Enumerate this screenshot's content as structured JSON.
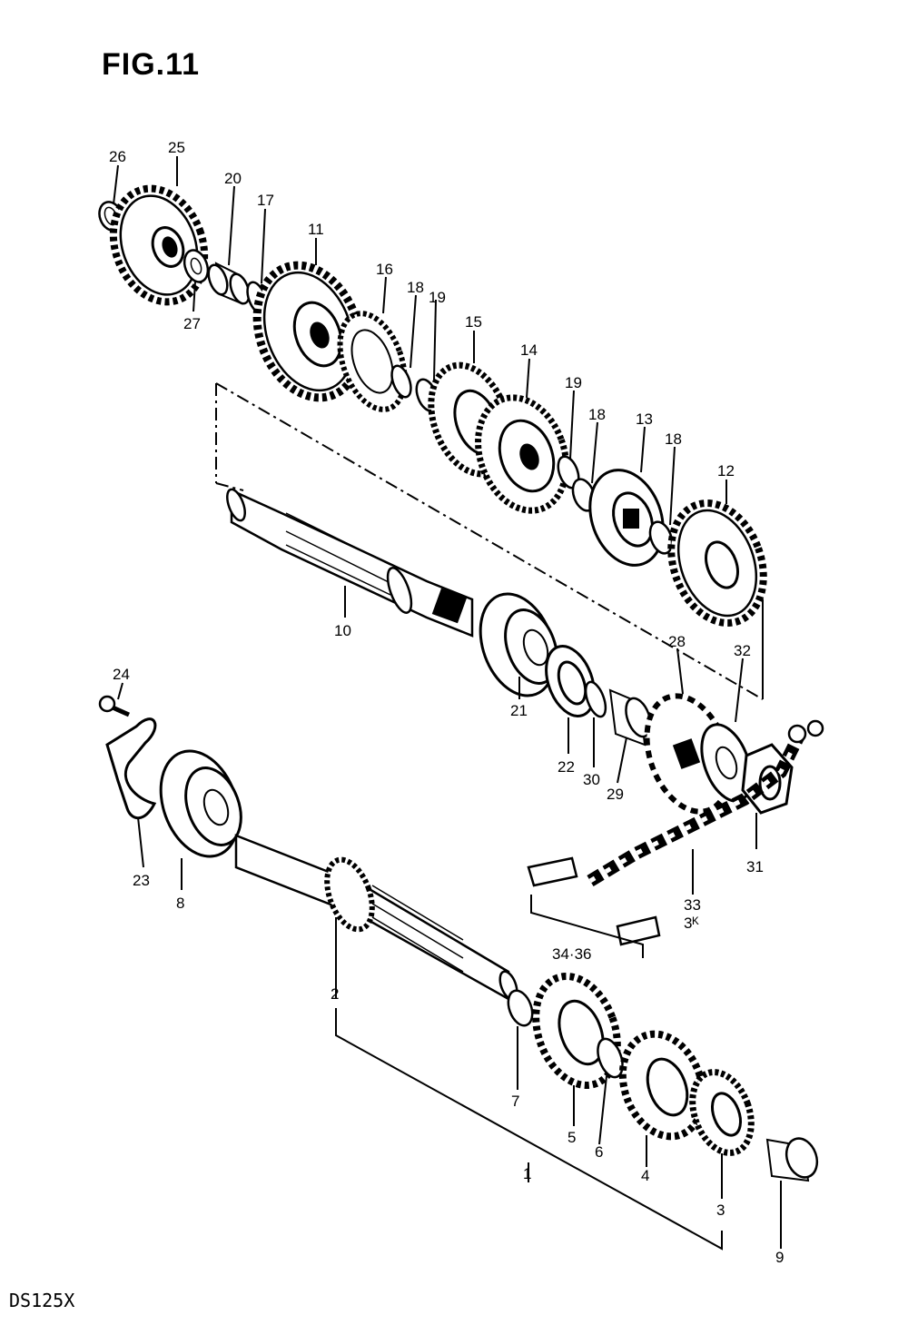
{
  "figure": {
    "title": "FIG.11",
    "model_code": "DS125X"
  },
  "labels": [
    {
      "id": "26",
      "text": "26"
    },
    {
      "id": "25",
      "text": "25"
    },
    {
      "id": "20",
      "text": "20"
    },
    {
      "id": "17",
      "text": "17"
    },
    {
      "id": "11",
      "text": "11"
    },
    {
      "id": "27",
      "text": "27"
    },
    {
      "id": "16",
      "text": "16"
    },
    {
      "id": "18a",
      "text": "18"
    },
    {
      "id": "19a",
      "text": "19"
    },
    {
      "id": "15",
      "text": "15"
    },
    {
      "id": "14",
      "text": "14"
    },
    {
      "id": "19b",
      "text": "19"
    },
    {
      "id": "18b",
      "text": "18"
    },
    {
      "id": "13",
      "text": "13"
    },
    {
      "id": "18c",
      "text": "18"
    },
    {
      "id": "12",
      "text": "12"
    },
    {
      "id": "10",
      "text": "10"
    },
    {
      "id": "21",
      "text": "21"
    },
    {
      "id": "22",
      "text": "22"
    },
    {
      "id": "30",
      "text": "30"
    },
    {
      "id": "29",
      "text": "29"
    },
    {
      "id": "28",
      "text": "28"
    },
    {
      "id": "32",
      "text": "32"
    },
    {
      "id": "31",
      "text": "31"
    },
    {
      "id": "24",
      "text": "24"
    },
    {
      "id": "23",
      "text": "23"
    },
    {
      "id": "8",
      "text": "8"
    },
    {
      "id": "33",
      "text": "33"
    },
    {
      "id": "3x",
      "text": "3ᴷ"
    },
    {
      "id": "3436",
      "text": "34·36"
    },
    {
      "id": "2",
      "text": "2"
    },
    {
      "id": "7",
      "text": "7"
    },
    {
      "id": "5",
      "text": "5"
    },
    {
      "id": "6",
      "text": "6"
    },
    {
      "id": "4",
      "text": "4"
    },
    {
      "id": "1",
      "text": "1"
    },
    {
      "id": "3",
      "text": "3"
    },
    {
      "id": "9",
      "text": "9"
    }
  ]
}
